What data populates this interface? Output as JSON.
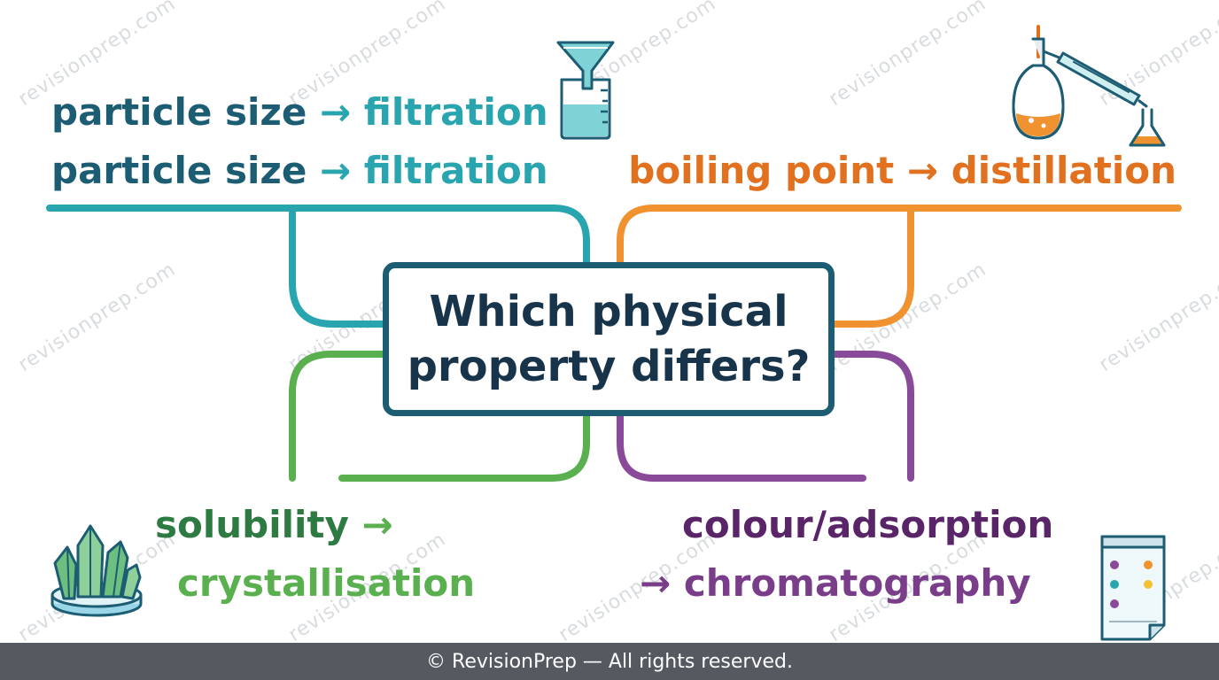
{
  "center": {
    "line1": "Which physical",
    "line2": "property differs?"
  },
  "branches": [
    {
      "property": "particle size",
      "arrow": "→",
      "method": "filtration",
      "color": "#28a5ae"
    },
    {
      "property": "particle size",
      "arrow": "→",
      "method": "filtration",
      "color": "#28a5ae"
    },
    {
      "text": "boiling point → distillation",
      "color": "#f0922f"
    },
    {
      "property": "solubility",
      "arrow": "→",
      "method": "crystallisation",
      "color": "#5ab04f"
    },
    {
      "line1": "colour/adsorption",
      "line2": "→ chromatography",
      "color": "#8a4a9a"
    }
  ],
  "icons": {
    "filtration": "funnel-beaker-icon",
    "distillation": "distillation-apparatus-icon",
    "crystallisation": "crystals-dish-icon",
    "chromatography": "chromatography-paper-icon"
  },
  "watermark": "revisionprep.com",
  "footer": "© RevisionPrep — All rights reserved."
}
